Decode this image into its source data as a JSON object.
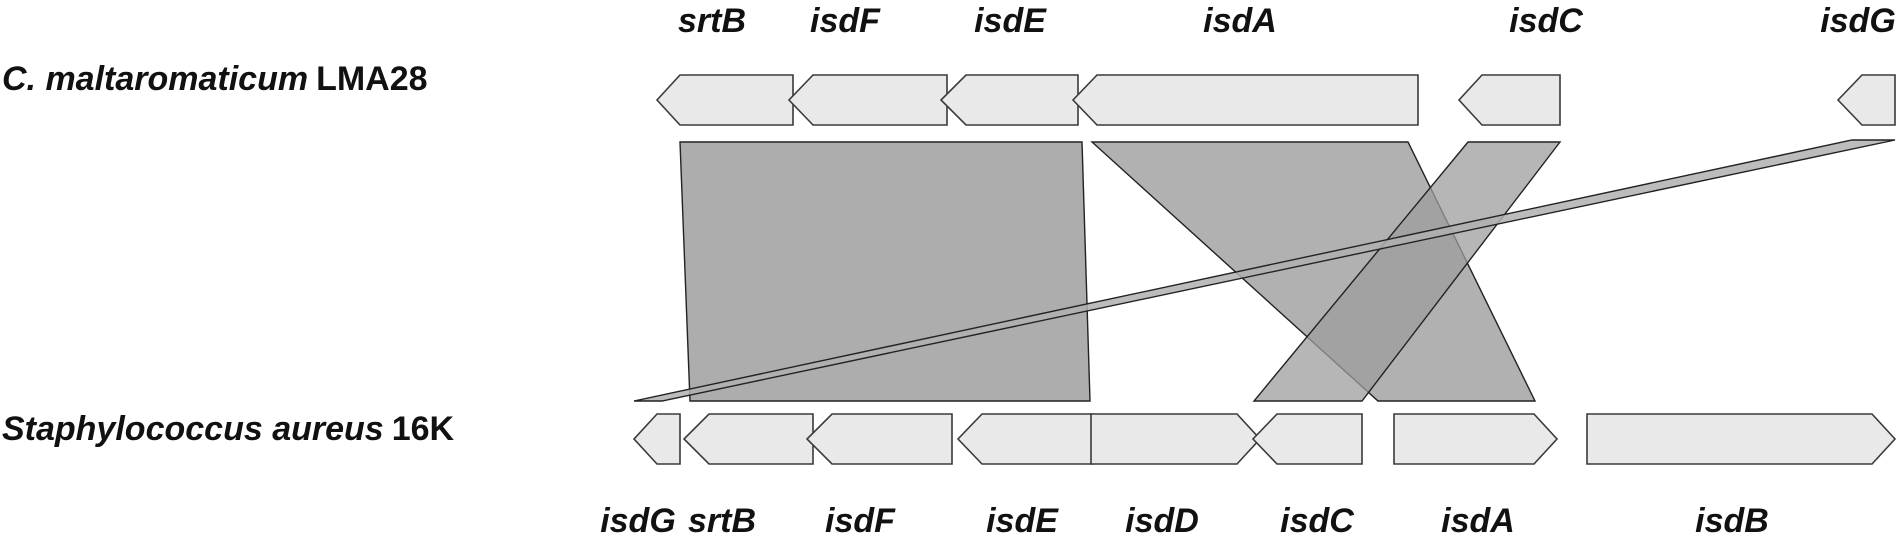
{
  "organisms": {
    "top": {
      "species": "C. maltaromaticum",
      "strain": "LMA28"
    },
    "bottom": {
      "species": "Staphylococcus aureus",
      "strain": "16K"
    }
  },
  "top_genes": [
    "srtB",
    "isdF",
    "isdE",
    "isdA",
    "isdC",
    "isdG"
  ],
  "bottom_genes": [
    "isdG",
    "srtB",
    "isdF",
    "isdE",
    "isdD",
    "isdC",
    "isdA",
    "isdB"
  ],
  "homology_links": [
    {
      "top": "srtB–isdE",
      "bottom": "srtB–isdE"
    },
    {
      "top": "isdA",
      "bottom": "isdA"
    },
    {
      "top": "isdC",
      "bottom": "isdC"
    },
    {
      "top": "isdG",
      "bottom": "isdG"
    }
  ],
  "colors": {
    "gene_fill": "#e9e9e9",
    "gene_stroke": "#3a3a3a",
    "homology_fill": "#a9a9a9"
  }
}
